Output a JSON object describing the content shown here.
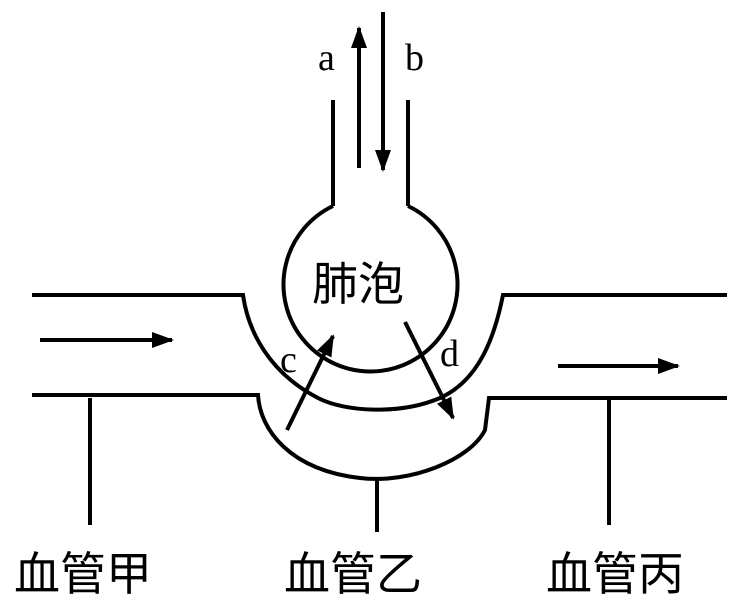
{
  "labels": {
    "a": "a",
    "b": "b",
    "c": "c",
    "d": "d",
    "alveolus": "肺泡",
    "vessel_1": "血管甲",
    "vessel_2": "血管乙",
    "vessel_3": "血管丙"
  },
  "colors": {
    "line": "#000000",
    "background": "#ffffff"
  }
}
